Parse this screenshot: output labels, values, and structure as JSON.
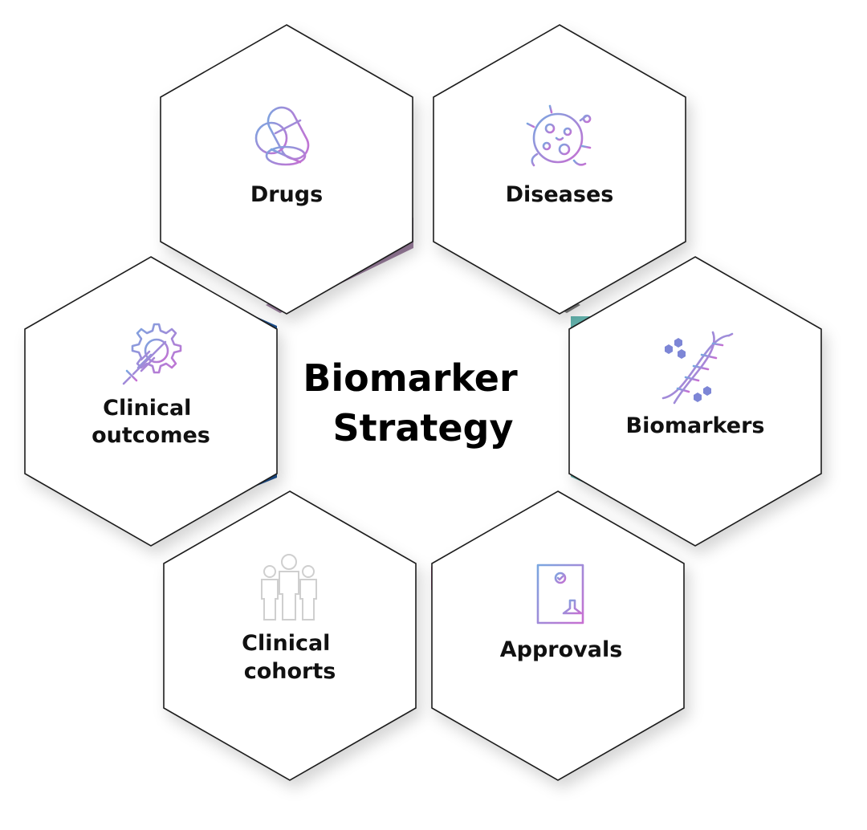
{
  "diagram": {
    "center": {
      "lines": [
        "Biomarker",
        "Strategy"
      ]
    },
    "nodes": [
      {
        "id": "drugs",
        "lines": [
          "Drugs"
        ],
        "icon": "pills-icon",
        "connector_color": "#9b7e9e"
      },
      {
        "id": "diseases",
        "lines": [
          "Diseases"
        ],
        "icon": "virus-icon",
        "connector_color": "#7a7a7a"
      },
      {
        "id": "biomarkers",
        "lines": [
          "Biomarkers"
        ],
        "icon": "dna-icon",
        "connector_color": "#63b3ad"
      },
      {
        "id": "approvals",
        "lines": [
          "Approvals"
        ],
        "icon": "certificate-stamp-icon",
        "connector_color": "#f15bb5"
      },
      {
        "id": "clinical-cohorts",
        "lines": [
          "Clinical",
          "cohorts"
        ],
        "icon": "people-group-icon",
        "connector_color": "#6fa8e6"
      },
      {
        "id": "clinical-outcomes",
        "lines": [
          "Clinical",
          "outcomes"
        ],
        "icon": "gear-syringe-icon",
        "connector_color": "#1b4f8f"
      }
    ],
    "icon_gradient": [
      "#7aa7e0",
      "#c76fd2"
    ]
  }
}
